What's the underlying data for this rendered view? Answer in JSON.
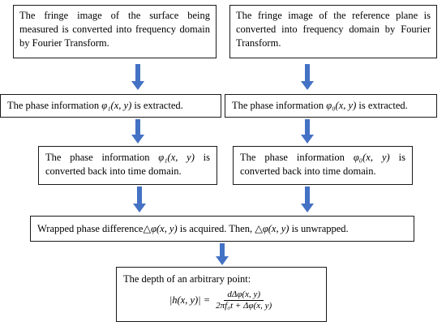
{
  "boxes": {
    "measured_fft": "The fringe image of the surface being measured is converted into frequency domain by Fourier Transform.",
    "reference_fft": "The fringe image of the reference plane is converted into frequency domain by Fourier Transform.",
    "phase1_pre": "The phase information",
    "phase1_sym": "φ₁(x, y)",
    "phase1_post": "is extracted.",
    "phase0_pre": "The phase information",
    "phase0_sym": "φ₀(x, y)",
    "phase0_post": "is extracted.",
    "back1_pre": "The phase information",
    "back1_sym": "φ₁(x, y)",
    "back1_post": "is converted back into time domain.",
    "back0_pre": "The phase information",
    "back0_sym": "φ₀(x, y)",
    "back0_post": "is converted back into time domain.",
    "wrapped_pre": "Wrapped phase difference",
    "wrapped_sym1": "△φ(x, y)",
    "wrapped_mid": "is acquired. Then,",
    "wrapped_sym2": "△φ(x, y)",
    "wrapped_post": "is unwrapped.",
    "depth_title": "The depth of an arbitrary point:",
    "depth_lhs": "|h(x, y)| =",
    "depth_num": "dΔφ(x, y)",
    "depth_den": "2πf₀t + Δφ(x, y)"
  },
  "colors": {
    "arrow": "#4472c4",
    "border": "#1a1a1a"
  }
}
